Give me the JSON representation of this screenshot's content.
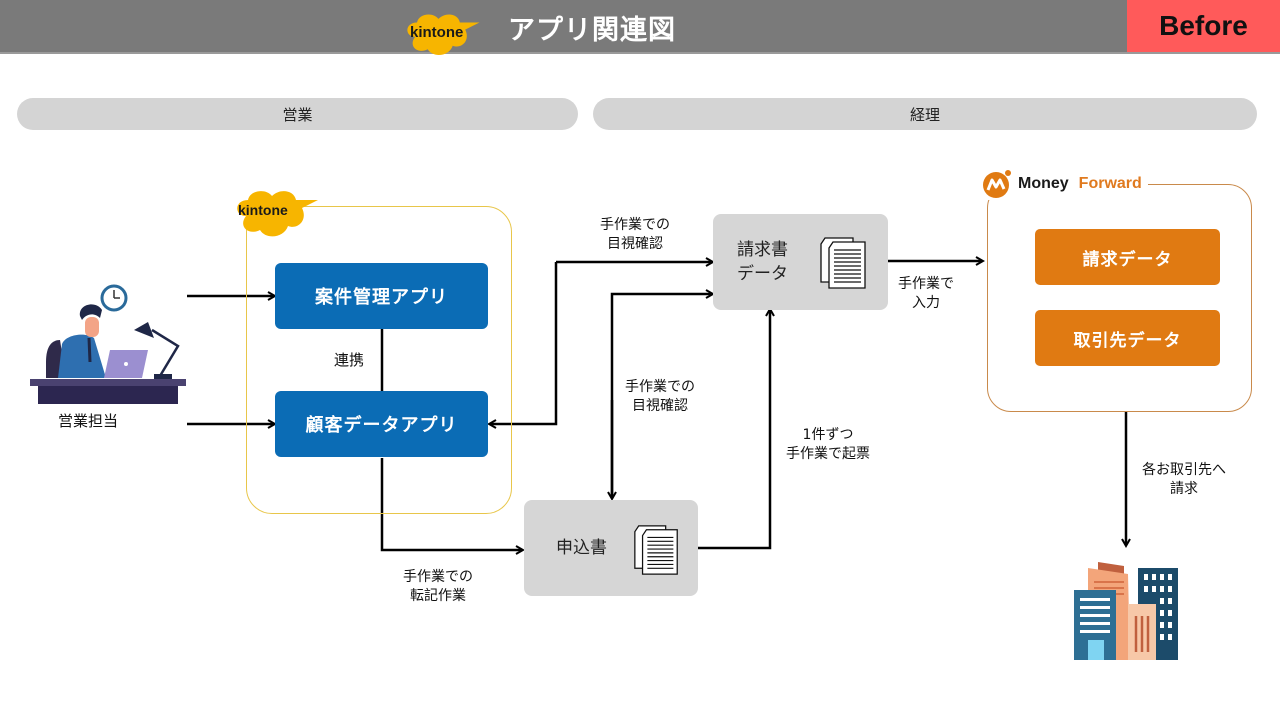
{
  "header": {
    "logo_text": "kintone",
    "title": "アプリ関連図",
    "badge": "Before",
    "colors": {
      "bar": "#7a7a7a",
      "badge": "#ff5a5a"
    }
  },
  "lanes": [
    {
      "label": "営業"
    },
    {
      "label": "経理"
    }
  ],
  "actor": {
    "label": "営業担当",
    "icon": "sales-person-at-desk-icon"
  },
  "kintone": {
    "logo_text": "kintone",
    "apps": [
      {
        "label": "案件管理アプリ"
      },
      {
        "label": "顧客データアプリ"
      }
    ],
    "link_label": "連携",
    "colors": {
      "app": "#0b6cb5",
      "frame": "#e8c64a",
      "cloud": "#f7b500"
    }
  },
  "documents": {
    "invoice": {
      "label_line1": "請求書",
      "label_line2": "データ",
      "icon": "document-stack-icon"
    },
    "application": {
      "label": "申込書",
      "icon": "document-stack-icon"
    }
  },
  "money_forward": {
    "brand_part1": "Money",
    "brand_part2": "Forward",
    "items": [
      {
        "label": "請求データ"
      },
      {
        "label": "取引先データ"
      }
    ],
    "colors": {
      "item": "#e07a12",
      "frame": "#c98a4b"
    }
  },
  "edge_labels": {
    "visual_check_top": {
      "line1": "手作業での",
      "line2": "目視確認"
    },
    "visual_check_mid": {
      "line1": "手作業での",
      "line2": "目視確認"
    },
    "manual_entry": {
      "line1": "手作業で",
      "line2": "入力"
    },
    "one_by_one": {
      "line1": "1件ずつ",
      "line2": "手作業で起票"
    },
    "transcription": {
      "line1": "手作業での",
      "line2": "転記作業"
    },
    "billing": {
      "line1": "各お取引先へ",
      "line2": "請求"
    }
  },
  "clients": {
    "icon": "office-buildings-icon"
  }
}
